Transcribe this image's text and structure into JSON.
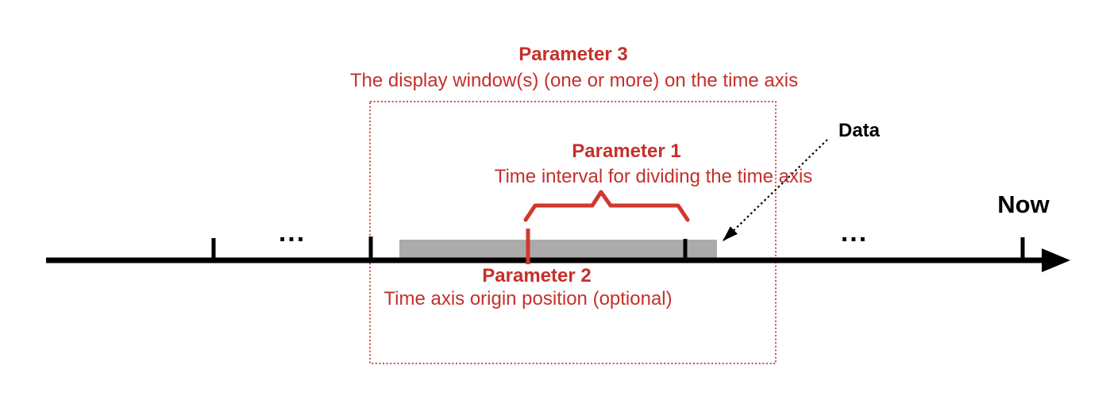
{
  "labels": {
    "parameter3": {
      "title": "Parameter 3",
      "subtitle": "The display window(s) (one or more) on the time axis"
    },
    "parameter1": {
      "title": "Parameter 1",
      "subtitle": "Time interval  for dividing the time axis"
    },
    "parameter2": {
      "title": "Parameter 2",
      "subtitle": "Time axis origin position (optional)"
    },
    "data": "Data",
    "now": "Now",
    "ellipsis_left": "...",
    "ellipsis_right": "..."
  },
  "colors": {
    "annotation_red": "#c5302b",
    "shape_red": "#d0382e",
    "window_gray": "#ababab",
    "axis_black": "#000000"
  }
}
